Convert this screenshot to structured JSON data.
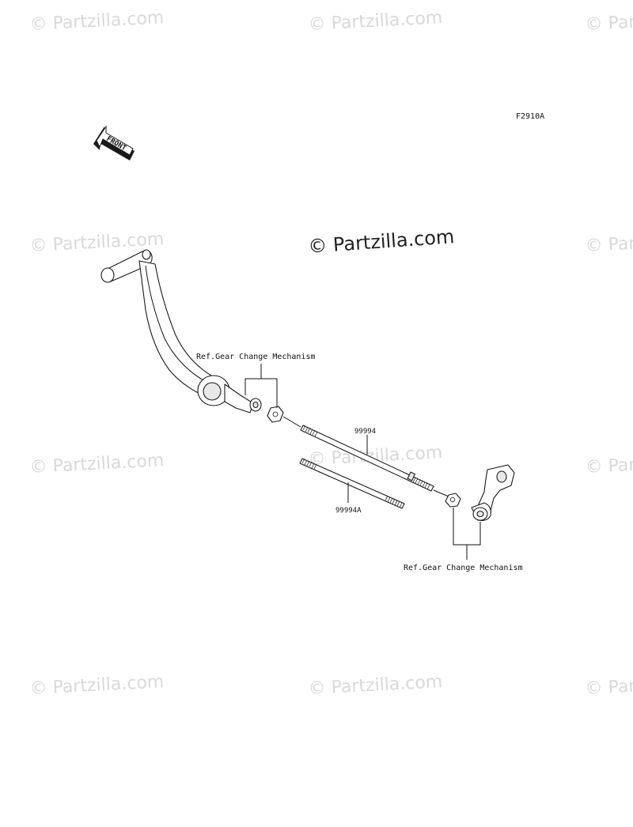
{
  "diagram": {
    "figure_code": "F2910A",
    "front_indicator": "FRONT",
    "watermark": "© Partzilla.com",
    "labels": {
      "ref_upper": "Ref.Gear Change Mechanism",
      "ref_lower": "Ref.Gear Change Mechanism",
      "part_99994": "99994",
      "part_99994a": "99994A"
    },
    "colors": {
      "line": "#1a1a1a",
      "watermark": "#d9d9d9",
      "background": "#ffffff"
    }
  }
}
